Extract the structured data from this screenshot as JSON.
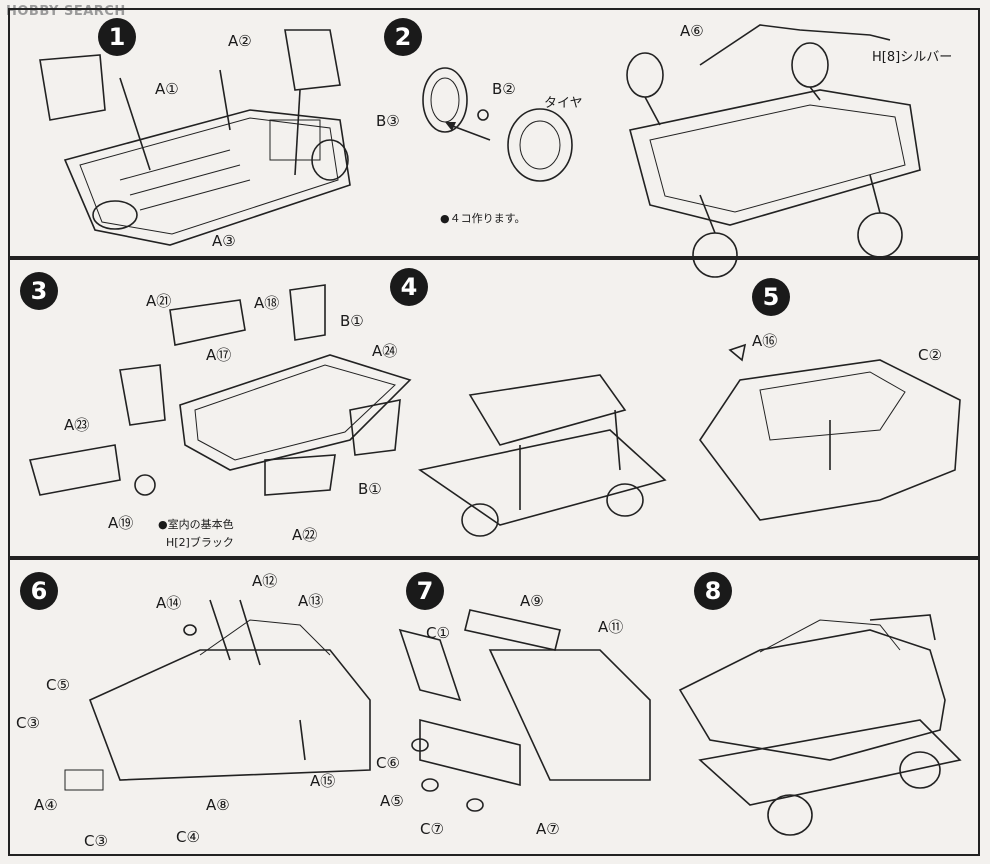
{
  "watermark": "HOBBY SEARCH",
  "steps": [
    {
      "num": "1",
      "labels": [
        "A①",
        "A②",
        "A③"
      ]
    },
    {
      "num": "2",
      "labels": [
        "B②",
        "B③",
        "タイヤ",
        "A⑥",
        "H[8]シルバー"
      ],
      "note": "●４コ作ります。"
    },
    {
      "num": "3",
      "labels": [
        "A㉑",
        "A⑱",
        "B①",
        "A⑰",
        "A㉔",
        "A㉓",
        "A⑲",
        "B①",
        "A㉒"
      ],
      "note1": "●室内の基本色",
      "note2": "H[2]ブラック"
    },
    {
      "num": "4",
      "labels": []
    },
    {
      "num": "5",
      "labels": [
        "A⑯",
        "C②"
      ]
    },
    {
      "num": "6",
      "labels": [
        "A⑫",
        "A⑭",
        "A⑬",
        "C⑤",
        "C③",
        "A④",
        "C③",
        "C④",
        "A⑧",
        "A⑮"
      ]
    },
    {
      "num": "7",
      "labels": [
        "A⑨",
        "C①",
        "A⑪",
        "C⑥",
        "A⑤",
        "C⑦",
        "A⑦"
      ]
    },
    {
      "num": "8",
      "labels": []
    }
  ]
}
